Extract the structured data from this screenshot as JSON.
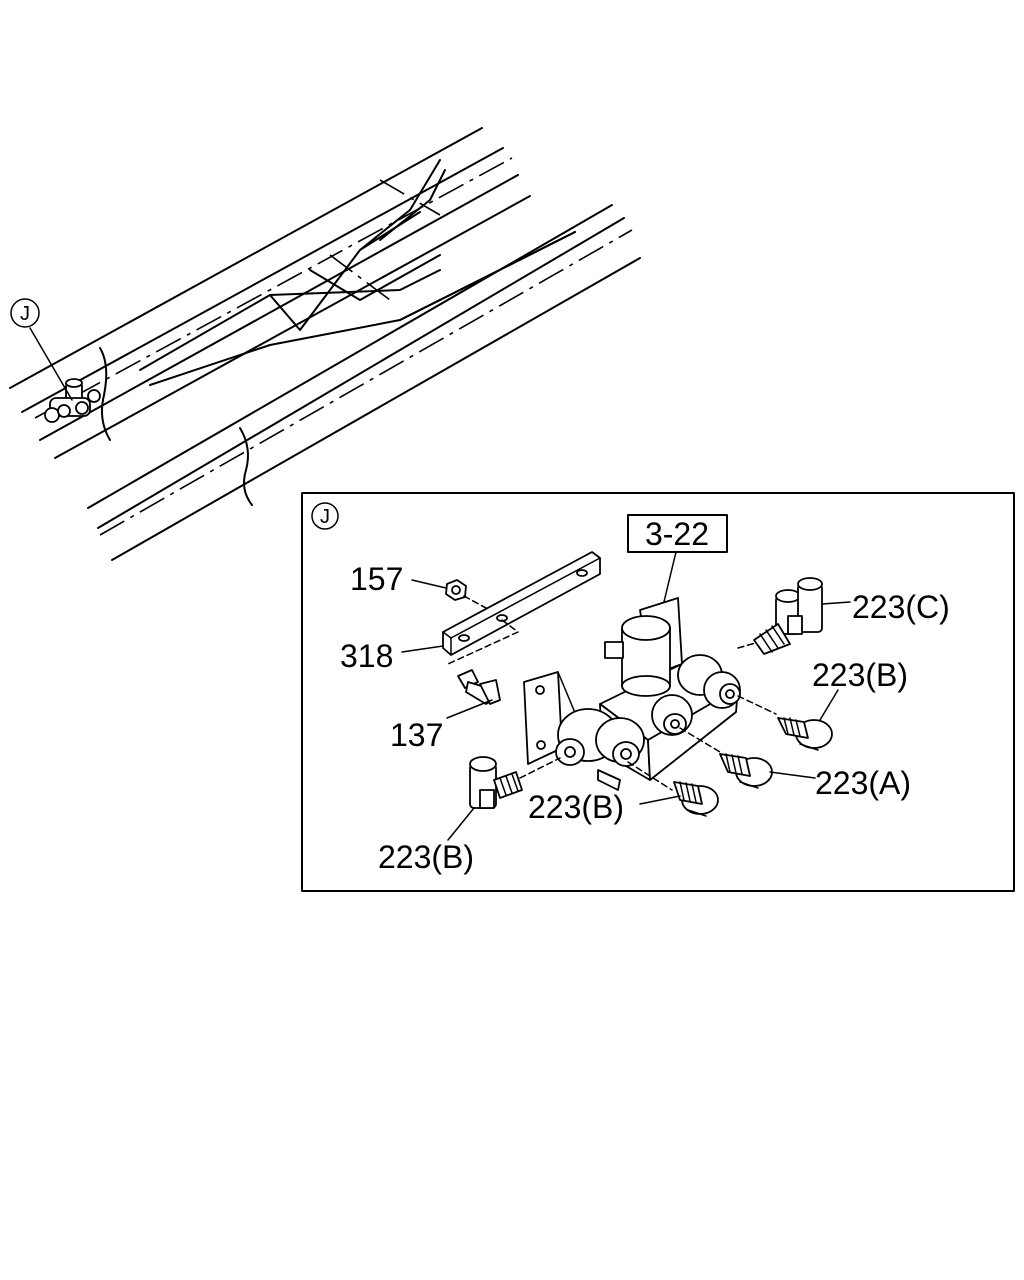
{
  "callout_main": "J",
  "detail": {
    "marker": "J",
    "ref_box": "3-22",
    "labels": {
      "p157": "157",
      "p318": "318",
      "p137": "137",
      "p223c": "223(C)",
      "p223b_upper": "223(B)",
      "p223a": "223(A)",
      "p223b_mid": "223(B)",
      "p223b_low": "223(B)"
    }
  }
}
